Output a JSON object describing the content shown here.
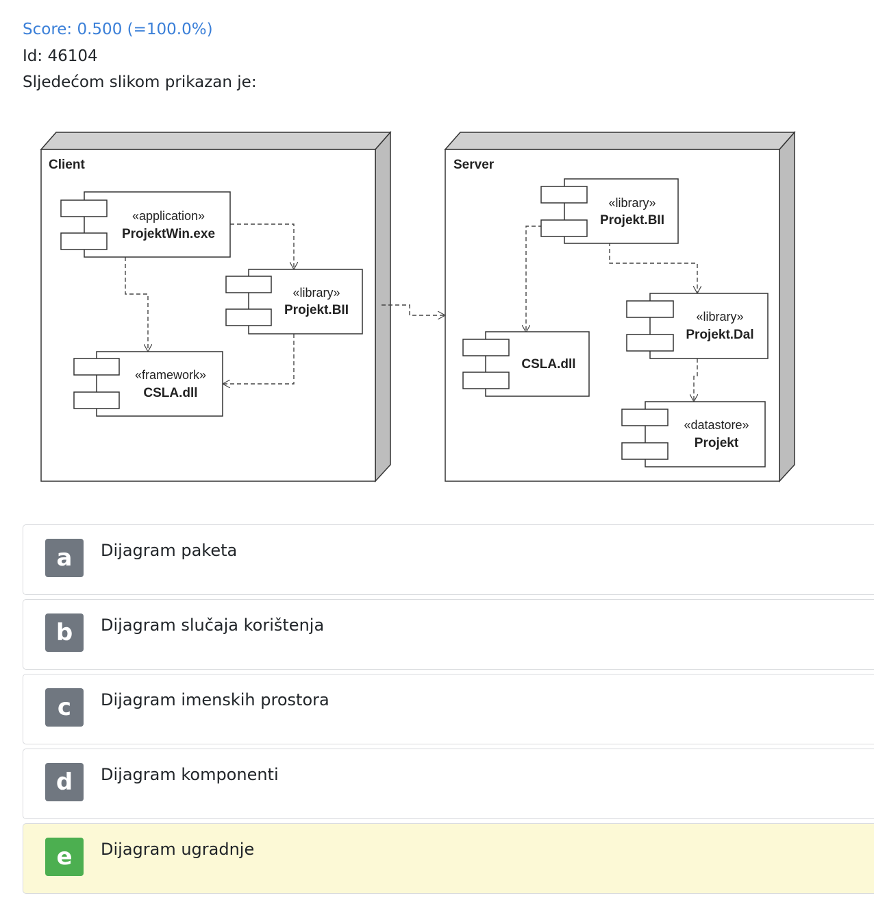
{
  "question": {
    "score": "Score: 0.500 (=100.0%)",
    "id": "Id: 46104",
    "prompt": "Sljedećom slikom prikazan je:"
  },
  "diagram": {
    "client": {
      "title": "Client",
      "app_stereotype": "«application»",
      "app_name": "ProjektWin.exe",
      "bll_stereotype": "«library»",
      "bll_name": "Projekt.BII",
      "csla_stereotype": "«framework»",
      "csla_name": "CSLA.dll"
    },
    "server": {
      "title": "Server",
      "bll_stereotype": "«library»",
      "bll_name": "Projekt.BII",
      "csla_name": "CSLA.dll",
      "dal_stereotype": "«library»",
      "dal_name": "Projekt.Dal",
      "store_stereotype": "«datastore»",
      "store_name": "Projekt"
    }
  },
  "options": [
    {
      "letter": "a",
      "text": "Dijagram paketa"
    },
    {
      "letter": "b",
      "text": "Dijagram slučaja korištenja"
    },
    {
      "letter": "c",
      "text": "Dijagram imenskih prostora"
    },
    {
      "letter": "d",
      "text": "Dijagram komponenti"
    },
    {
      "letter": "e",
      "text": "Dijagram ugradnje"
    }
  ],
  "colors": {
    "score": "#3a7fd8",
    "badge": "#707780",
    "badge_selected": "#4caf50",
    "selected_background": "#fcf9d6"
  }
}
